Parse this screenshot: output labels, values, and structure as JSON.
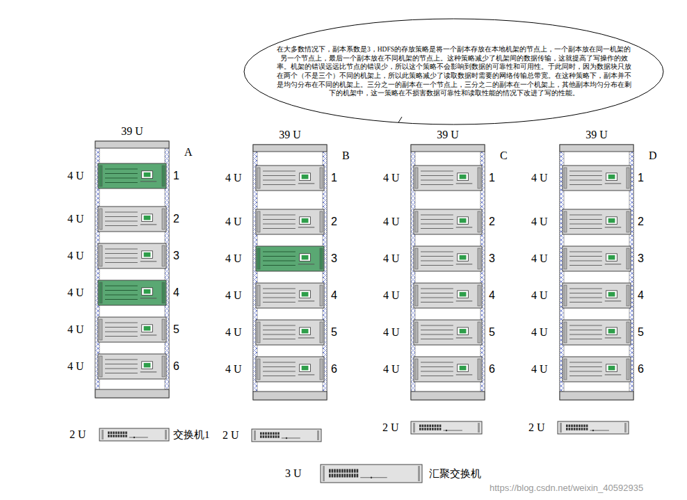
{
  "diagram": {
    "nodes": [
      {
        "text": [
          "在大多数情况下，副本系数是3，HDFS的存放策略是将一个副本存放在本地机架的节点上，一个副本放在同一机架的另一个节点上，最后一个副本放在不同机架的节点上。这种策略减少了机架间的数据传输，这就提高了写操作的效率。机架的错误远远比节点的错误少，所以这个策略不会影响到数据的可靠性和可用性。于此同时，因为数据块只放在两个（不是三个）不同的机架上，所以此策略减少了读取数据时需要的网络传输总带宽。在这种策略下，副本并不是均匀分布在不同的机架上。三分之一的副本在一个节点上，三分之二的副本在一个机架上，其他副本均匀分布在剩下的机架中，这一策略在不损害数据可靠性和读取性能的情况下改进了写的性能。"
        ]
      },
      {
        "text": [
          "39 U",
          "A"
        ]
      },
      {
        "text": [
          "39 U",
          "B"
        ]
      },
      {
        "text": [
          "39 U",
          "C"
        ]
      },
      {
        "text": [
          "39 U",
          "D"
        ]
      }
    ],
    "labels": [
      "4 U",
      "1",
      "4 U",
      "2",
      "4 U",
      "3",
      "4 U",
      "4",
      "4 U",
      "5",
      "4 U",
      "6",
      "4 U",
      "1",
      "4 U",
      "2",
      "4 U",
      "3",
      "4 U",
      "4",
      "4 U",
      "5",
      "4 U",
      "6",
      "4 U",
      "1",
      "4 U",
      "2",
      "4 U",
      "3",
      "4 U",
      "4",
      "4 U",
      "5",
      "4 U",
      "6",
      "4 U",
      "1",
      "4 U",
      "2",
      "4 U",
      "3",
      "4 U",
      "4",
      "4 U",
      "5",
      "4 U",
      "6",
      "2 U",
      "交换机1",
      "2 U",
      "2 U",
      "2 U",
      "3 U",
      "汇聚交换机",
      "https://blog.csdn.net/weixin_40592935"
    ]
  }
}
